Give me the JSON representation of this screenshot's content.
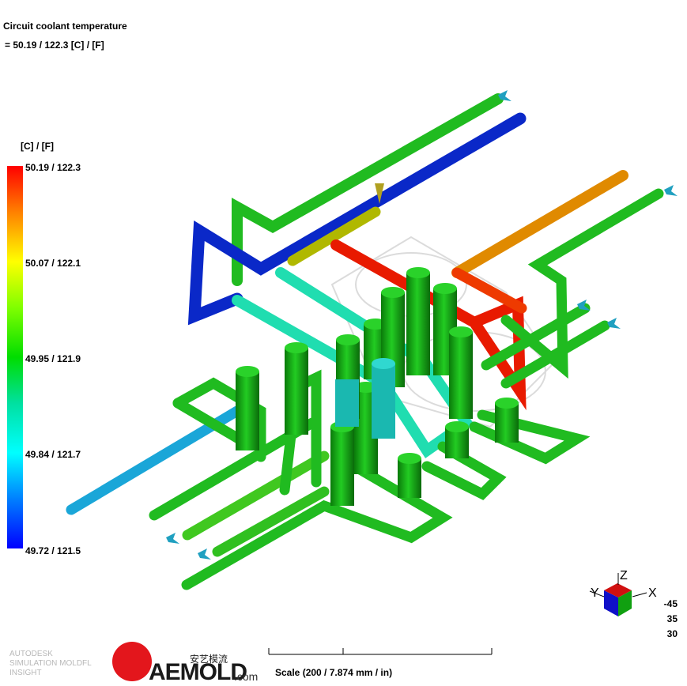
{
  "header": {
    "title": "Circuit coolant temperature",
    "value": "= 50.19 / 122.3 [C] / [F]"
  },
  "legend": {
    "units": "[C] / [F]",
    "ticks": [
      "50.19 / 122.3",
      "50.07 / 122.1",
      "49.95 / 121.9",
      "49.84 / 121.7",
      "49.72 / 121.5"
    ],
    "colors": [
      "#ff0000",
      "#ffff00",
      "#00dd00",
      "#00ffff",
      "#0000ff"
    ]
  },
  "triad": {
    "labels": [
      "Z",
      "Y",
      "X"
    ],
    "angles": [
      "-45",
      "35",
      "30"
    ]
  },
  "brand": {
    "lines": [
      "AUTODESK",
      "SIMULATION MOLDFL",
      "INSIGHT"
    ],
    "logo_text": "AEMOLD",
    "logo_suffix": ".com",
    "logo_chinese": "安艺模流"
  },
  "scale": {
    "label": "Scale (200 / 7.874 mm / in)"
  }
}
